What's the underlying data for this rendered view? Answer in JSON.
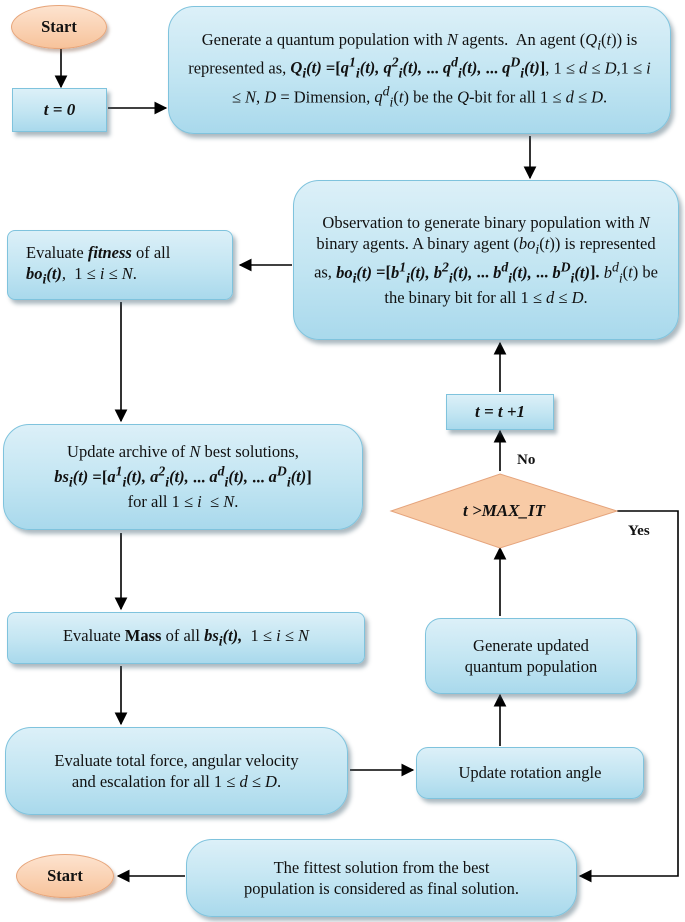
{
  "start_label": "Start",
  "t_init_label": "t = 0",
  "generate_box": "Generate a quantum population with N agents. An agent (Qi(t)) is represented as, Qi(t) =[q1i(t), q2i(t), ... qdi(t), ... qDi(t)], 1 ≤ d ≤ D,1 ≤ i ≤ N, D = Dimension, qdi(t) be the Q-bit for all 1 ≤ d ≤ D.",
  "observation_box": "Observation to generate binary population with N binary agents. A binary agent (boi(t)) is represented as, boi(t) =[b1i(t), b2i(t), ... bdi(t), ... bDi(t)]. bdi(t) be the binary bit for all 1 ≤ d ≤ D.",
  "evaluate_fitness_box": "Evaluate fitness of all boi(t), 1 ≤ i ≤ N.",
  "update_archive_box": "Update archive of N best solutions, bsi(t) =[a1i(t), a2i(t), ... adi(t), ... aDi(t)] for all 1 ≤ i ≤ N.",
  "evaluate_mass_box": "Evaluate Mass of all bsi(t), 1 ≤ i ≤ N",
  "evaluate_force_box": "Evaluate total force, angular velocity and escalation for all 1 ≤ d ≤ D.",
  "update_rotation_box": "Update rotation angle",
  "generate_updated_box": "Generate updated quantum population",
  "decision_label": "t >MAX_IT",
  "increment_label": "t = t +1",
  "no_label": "No",
  "yes_label": "Yes",
  "final_box": "The fittest solution from the best population is considered as final solution.",
  "end_label": "Start"
}
